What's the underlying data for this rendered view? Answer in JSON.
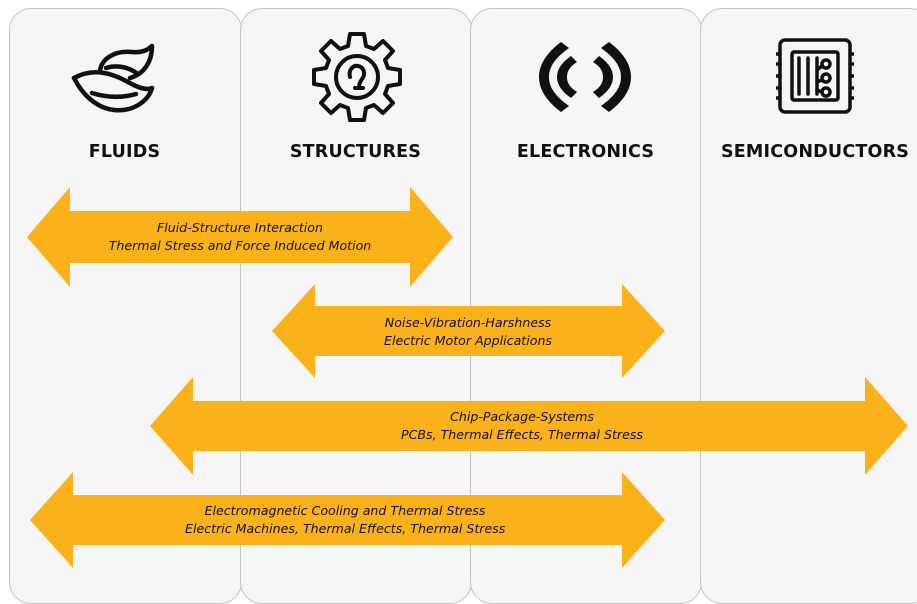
{
  "columns": [
    {
      "title": "FLUIDS",
      "icon": "leaf-flow-icon"
    },
    {
      "title": "STRUCTURES",
      "icon": "gear-icon"
    },
    {
      "title": "ELECTRONICS",
      "icon": "signal-waves-icon"
    },
    {
      "title": "SEMICONDUCTORS",
      "icon": "chip-icon"
    }
  ],
  "arrows": [
    {
      "line1": "Fluid-Structure Interaction",
      "line2": "Thermal Stress and Force Induced Motion"
    },
    {
      "line1": "Noise-Vibration-Harshness",
      "line2": "Electric Motor Applications"
    },
    {
      "line1": "Chip-Package-Systems",
      "line2": "PCBs, Thermal Effects, Thermal Stress"
    },
    {
      "line1": "Electromagnetic Cooling and Thermal Stress",
      "line2": "Electric Machines, Thermal Effects, Thermal Stress"
    }
  ],
  "colors": {
    "arrow": "#fbb21a",
    "column_bg": "#f5f5f5",
    "column_border": "#c3c3c3"
  }
}
